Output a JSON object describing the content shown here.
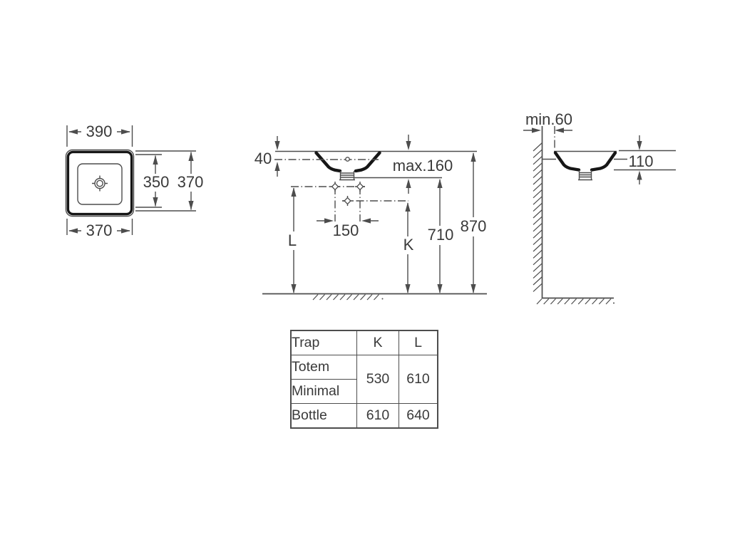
{
  "plan_view": {
    "top_width": "390",
    "bottom_width": "370",
    "inner_height": "350",
    "outer_height": "370"
  },
  "front_view": {
    "rim_to_hole_offset": "40",
    "counter_thickness_max": "max.160",
    "hole_spacing": "150",
    "dim_l_label": "L",
    "dim_k_label": "K",
    "outlet_height": "710",
    "rim_height": "870"
  },
  "side_view": {
    "wall_clearance_min": "min.60",
    "basin_height": "110"
  },
  "trap_table": {
    "col_trap": "Trap",
    "col_k": "K",
    "col_l": "L",
    "row_totem": "Totem",
    "row_minimal": "Minimal",
    "row_bottle": "Bottle",
    "totem_minimal_k": "530",
    "totem_minimal_l": "610",
    "bottle_k": "610",
    "bottle_l": "640"
  },
  "colors": {
    "line": "#4d4d4d",
    "heavy_line": "#161616",
    "text": "#3a3a3a",
    "table_border": "#4d4d4d"
  }
}
